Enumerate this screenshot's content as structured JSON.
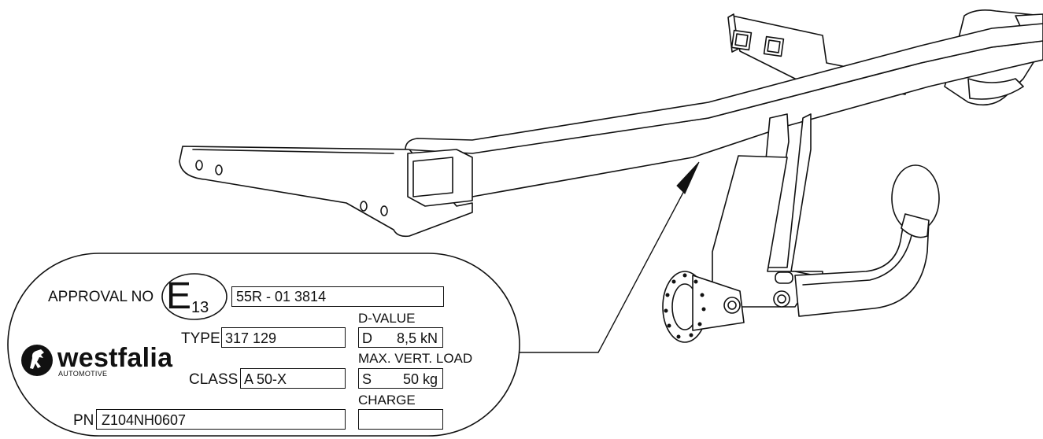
{
  "plate": {
    "approval_label": "APPROVAL NO",
    "e_mark_letter": "E",
    "e_mark_number": "13",
    "approval_value": "55R - 01 3814",
    "type_label": "TYPE",
    "type_value": "317 129",
    "class_label": "CLASS",
    "class_value": "A 50-X",
    "pn_label": "PN",
    "pn_value": "Z104NH0607",
    "d_value_label": "D-VALUE",
    "d_value_prefix": "D",
    "d_value": "8,5 kN",
    "vert_load_label": "MAX. VERT. LOAD",
    "vert_load_prefix": "S",
    "vert_load_value": "50 kg",
    "charge_label": "CHARGE",
    "charge_value": ""
  },
  "brand": {
    "name": "westfalia",
    "subtitle": "AUTOMOTIVE"
  }
}
